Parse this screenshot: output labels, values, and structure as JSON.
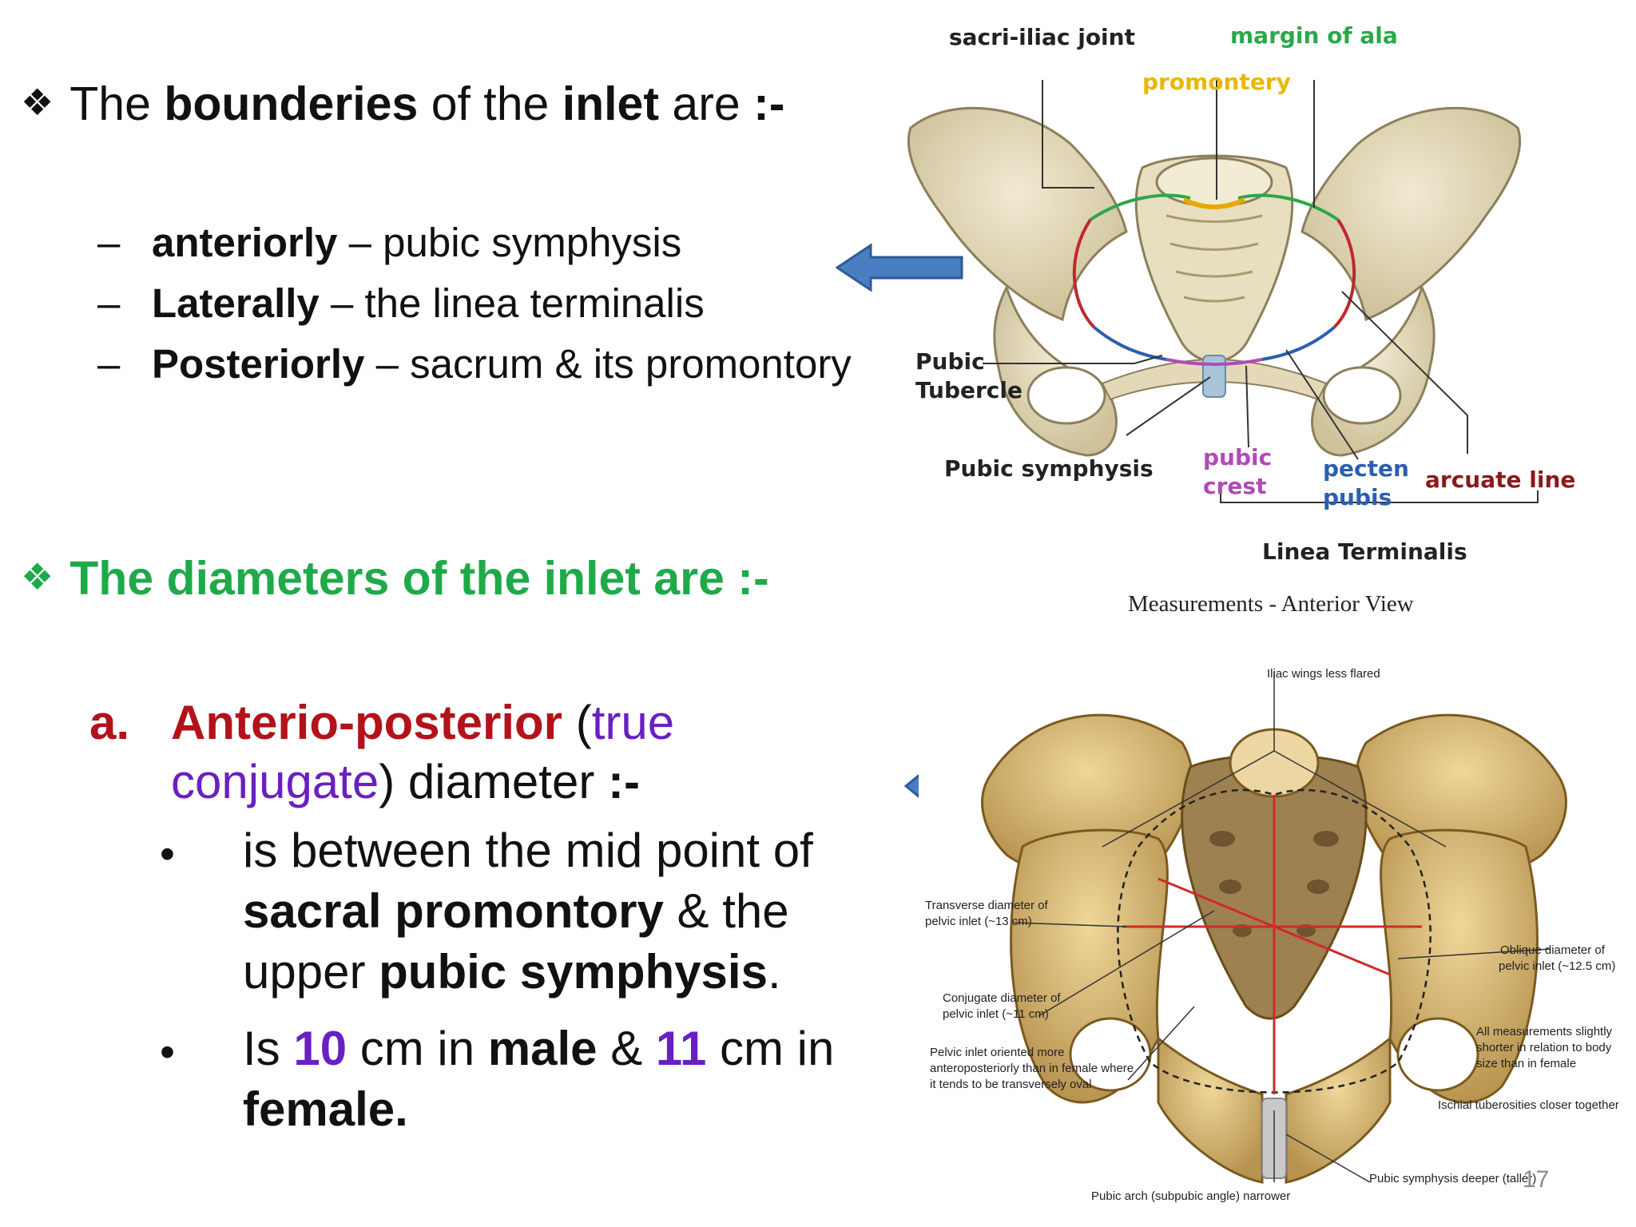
{
  "slide": {
    "page_number": "17",
    "boundaries": {
      "heading_pre": "The ",
      "heading_b1": "bounderies",
      "heading_mid": " of the ",
      "heading_b2": "inlet",
      "heading_post": " are ",
      "heading_end": ":-",
      "items": [
        {
          "term": "anteriorly",
          "desc": " – pubic symphysis"
        },
        {
          "term": "Laterally",
          "desc": " – the linea terminalis"
        },
        {
          "term": "Posteriorly",
          "desc": " – sacrum & its  promontory"
        }
      ]
    },
    "diameters": {
      "heading": "The diameters of the inlet are :-",
      "item_letter": "a.",
      "item_title": "Anterio-posterior",
      "paren_open": " (",
      "true_word": "true",
      "conjugate_word": "conjugate",
      "paren_close": ")",
      "diameter_word": " diameter ",
      "colon": ":-",
      "bullet1_l1": "is between the mid point of",
      "bullet1_l2_b": "sacral promontory",
      "bullet1_l2_r": " & the",
      "bullet1_l3_r": "upper  ",
      "bullet1_l3_b": "pubic symphysis",
      "bullet1_l3_end": ".",
      "bullet2_is": "Is ",
      "bullet2_10": "10",
      "bullet2_cm1": " cm in ",
      "bullet2_male": "male",
      "bullet2_amp": " &  ",
      "bullet2_11": "11",
      "bullet2_cm2": " cm in",
      "bullet2_female": "female."
    }
  },
  "figure1": {
    "labels": {
      "sacri_iliac": "sacri-iliac joint",
      "margin_of_ala": "margin of ala",
      "promontery": "promontery",
      "pubic_tubercle_1": "Pubic",
      "pubic_tubercle_2": "Tubercle",
      "pubic_symphysis": "Pubic symphysis",
      "pubic_crest_1": "pubic",
      "pubic_crest_2": "crest",
      "pecten_pubis_1": "pecten",
      "pecten_pubis_2": "pubis",
      "arcuate_line": "arcuate line",
      "linea_terminalis": "Linea Terminalis"
    },
    "colors": {
      "green": "#2aa84a",
      "orange": "#e8a800",
      "purple": "#b04ab8",
      "blue": "#2a5fb0",
      "red": "#c0282e",
      "darkred": "#8a1a1a"
    }
  },
  "figure2": {
    "title": "Measurements - Anterior View",
    "labels": {
      "iliac_wings": "Iliac wings less flared",
      "transverse_1": "Transverse diameter of",
      "transverse_2": "pelvic inlet (~13 cm)",
      "oblique_1": "Oblique diameter of",
      "oblique_2": "pelvic inlet (~12.5 cm)",
      "conjugate_1": "Conjugate diameter of",
      "conjugate_2": "pelvic inlet (~11 cm)",
      "oriented_1": "Pelvic inlet oriented more",
      "oriented_2": "anteroposteriorly than in female where",
      "oriented_3": "it tends to be transversely oval",
      "all_meas_1": "All measurements slightly",
      "all_meas_2": "shorter in relation to body",
      "all_meas_3": "size than in female",
      "ischial": "Ischial tuberosities closer together",
      "pubic_deeper": "Pubic symphysis deeper (taller)",
      "pubic_arch": "Pubic arch (subpubic angle) narrower"
    }
  }
}
